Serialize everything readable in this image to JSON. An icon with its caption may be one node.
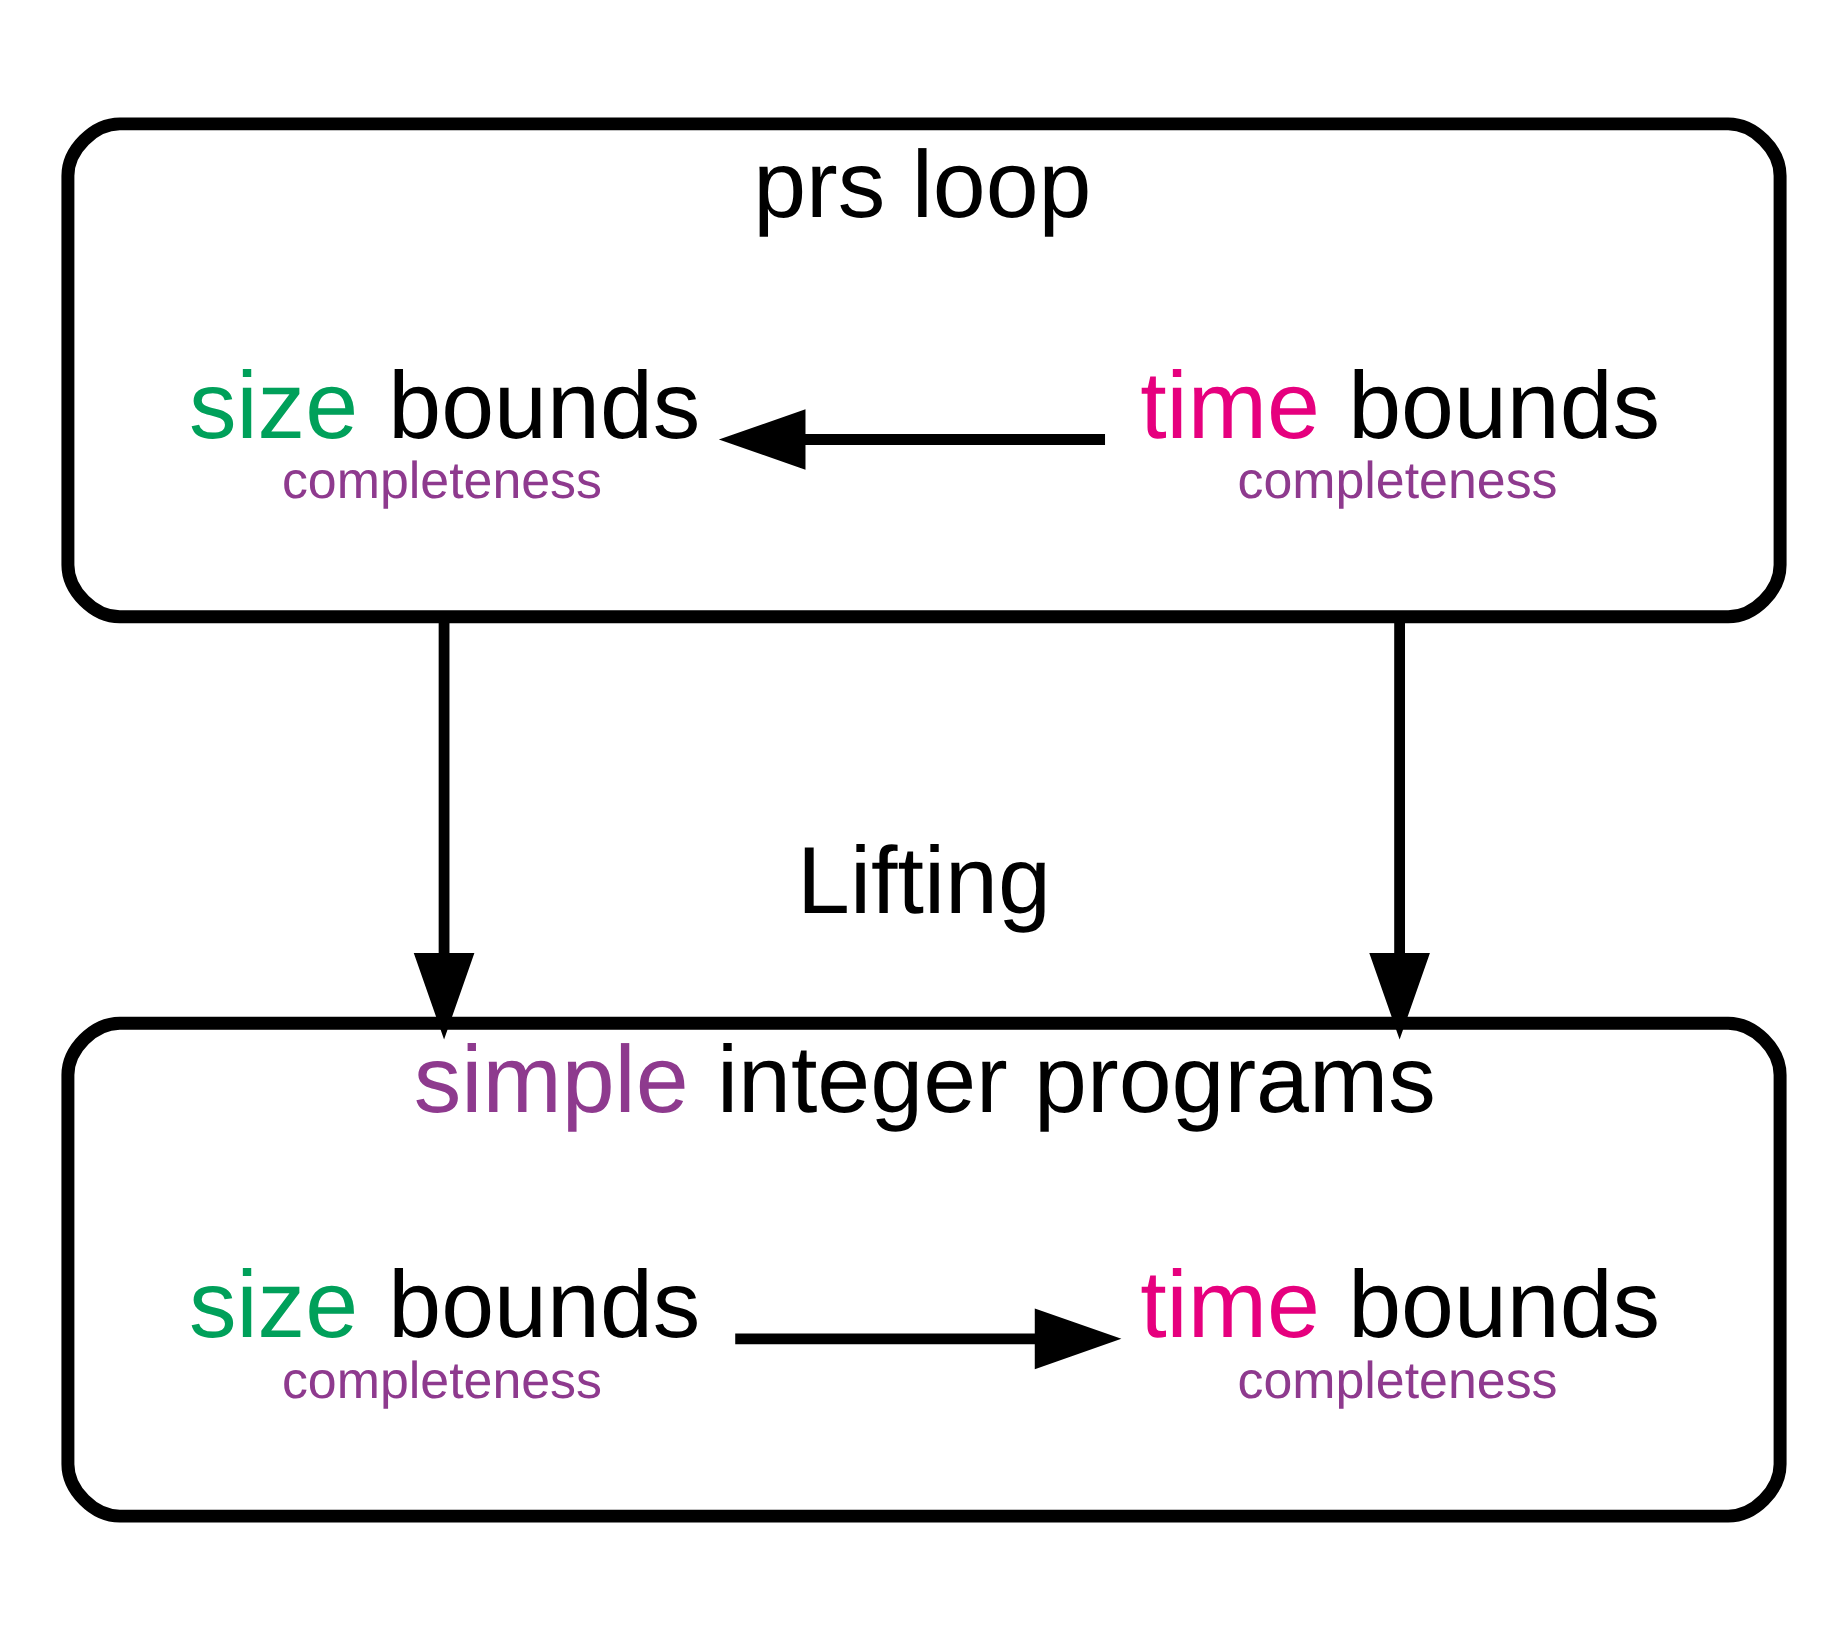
{
  "diagram": {
    "nodes": [
      {
        "text": [
          "prs loop"
        ]
      },
      {
        "text": [
          "size bounds"
        ],
        "beside": [
          "completeness"
        ],
        "in": 0
      },
      {
        "text": [
          "time bounds"
        ],
        "beside": [
          "completeness"
        ],
        "in": 0
      },
      {
        "text": [
          "simple integer programs"
        ]
      },
      {
        "text": [
          "size bounds"
        ],
        "beside": [
          "completeness"
        ],
        "in": 3
      },
      {
        "text": [
          "time bounds"
        ],
        "beside": [
          "completeness"
        ],
        "in": 3
      }
    ],
    "edges": [
      {
        "from": 2,
        "to": 1,
        "arrow": "to"
      },
      {
        "from": 0,
        "to": 3,
        "arrow": "to"
      },
      {
        "from": 0,
        "to": 3,
        "arrow": "to"
      },
      {
        "from": 4,
        "to": 5,
        "arrow": "to"
      }
    ],
    "labels": [
      "Lifting"
    ]
  }
}
